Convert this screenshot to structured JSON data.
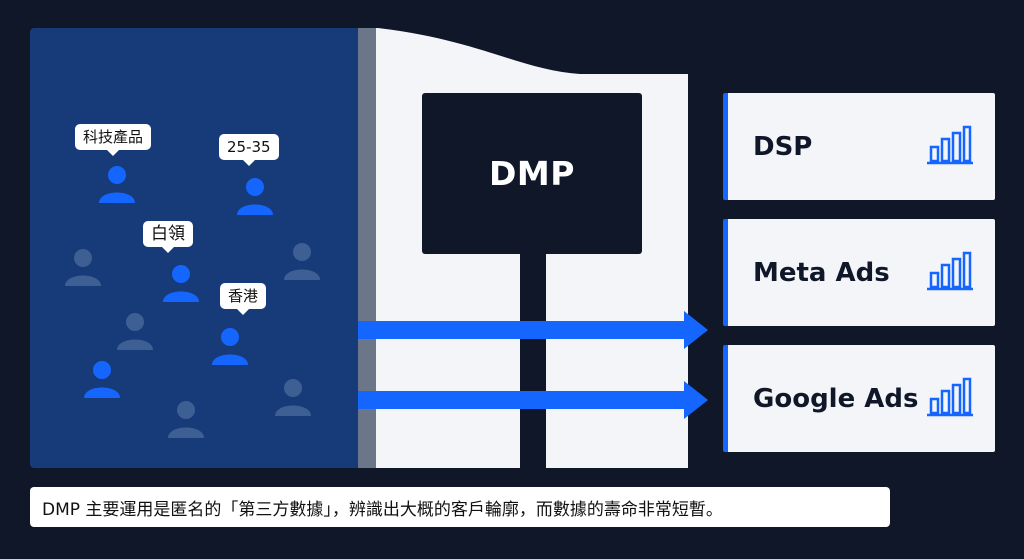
{
  "audience": {
    "tags": [
      "科技產品",
      "25-35",
      "白領",
      "香港"
    ]
  },
  "dmp": {
    "label": "DMP"
  },
  "platforms": [
    {
      "label": "DSP"
    },
    {
      "label": "Meta Ads"
    },
    {
      "label": "Google Ads"
    }
  ],
  "caption": "DMP 主要運用是匿名的「第三方數據」，辨識出大概的客戶輪廓，而數據的壽命非常短暫。",
  "colors": {
    "background": "#0f1729",
    "audience_panel": "#173a78",
    "accent_blue": "#1565ff",
    "muted_person": "#3e5f93",
    "flow_panel": "#f3f5f8"
  }
}
